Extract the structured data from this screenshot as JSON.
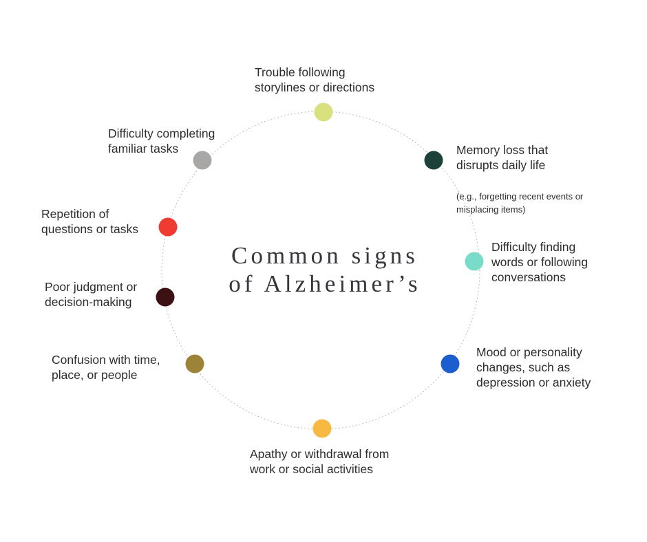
{
  "title": {
    "line1": "Common signs",
    "line2": "of Alzheimer’s"
  },
  "ring": {
    "stroke_color": "#a9a9a9"
  },
  "signs": [
    {
      "id": "trouble-following-storylines",
      "label": "Trouble following\nstorylines or directions",
      "color": "#d9e07e"
    },
    {
      "id": "memory-loss",
      "label": "Memory loss that\ndisrupts daily life",
      "sublabel": "(e.g., forgetting recent events or\nmisplacing items)",
      "color": "#1c4138"
    },
    {
      "id": "difficulty-finding-words",
      "label": "Difficulty finding\nwords or following\nconversations",
      "color": "#7adcc8"
    },
    {
      "id": "mood-personality-changes",
      "label": "Mood or personality\nchanges, such as\ndepression or anxiety",
      "color": "#1b5ecd"
    },
    {
      "id": "apathy-withdrawal",
      "label": "Apathy or withdrawal from\nwork or social activities",
      "color": "#f8b943"
    },
    {
      "id": "confusion-time-place",
      "label": "Confusion with time,\nplace, or people",
      "color": "#9c8338"
    },
    {
      "id": "poor-judgment",
      "label": "Poor judgment or\ndecision-making",
      "color": "#3c1114"
    },
    {
      "id": "repetition-questions",
      "label": "Repetition of\nquestions or tasks",
      "color": "#f03b33"
    },
    {
      "id": "difficulty-completing-tasks",
      "label": "Difficulty completing\nfamiliar tasks",
      "color": "#a8a7a5"
    }
  ]
}
